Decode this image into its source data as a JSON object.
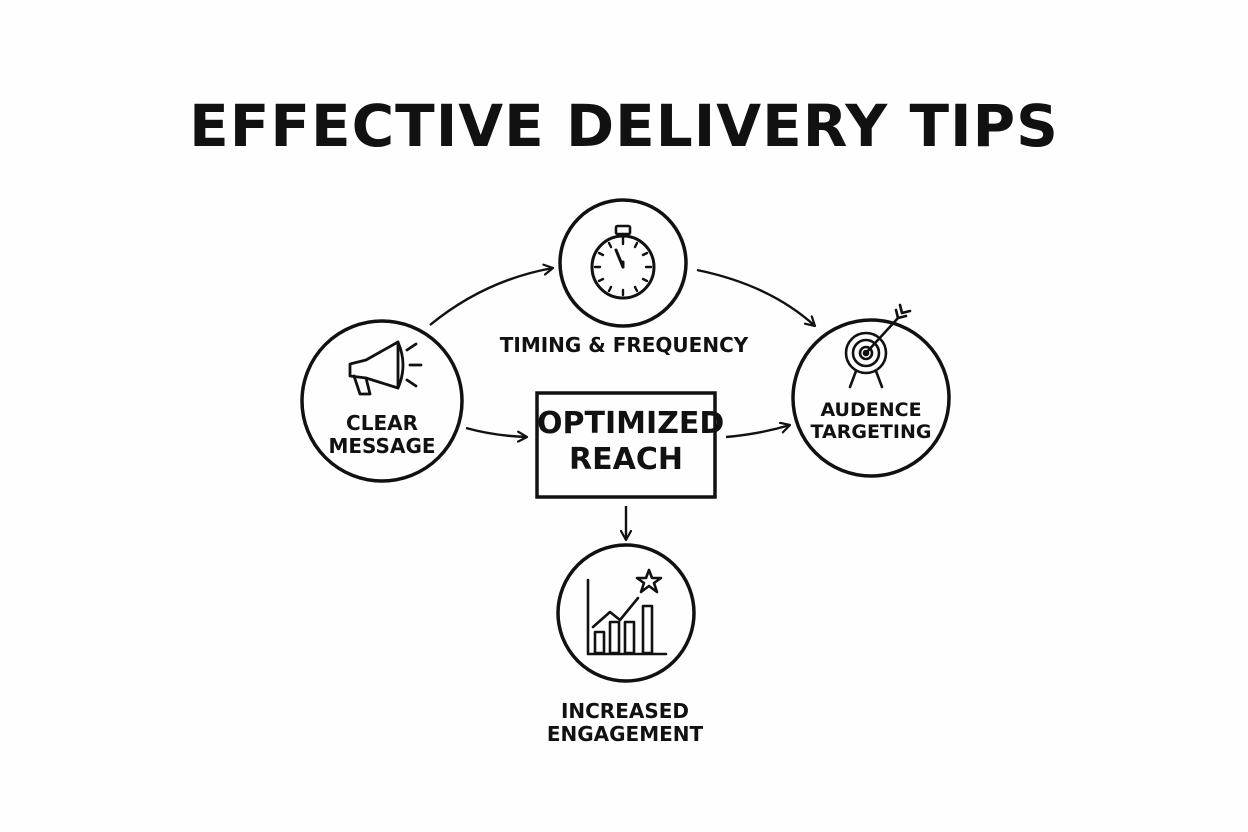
{
  "title": "EFFECTIVE DELIVERY TIPS",
  "nodes": {
    "timing": {
      "label": "TIMING & FREQUENCY",
      "icon": "stopwatch-icon"
    },
    "clear": {
      "label_line1": "CLEAR",
      "label_line2": "MESSAGE",
      "icon": "megaphone-icon"
    },
    "audience": {
      "label_line1": "AUDENCE",
      "label_line2": "TARGETING",
      "icon": "target-icon"
    },
    "center": {
      "label_line1": "OPTIMIZED",
      "label_line2": "REACH"
    },
    "increased": {
      "label_line1": "INCREASED",
      "label_line2": "ENGAGEMENT",
      "icon": "growth-chart-icon"
    }
  },
  "colors": {
    "ink": "#111111",
    "background": "#fefefe"
  }
}
